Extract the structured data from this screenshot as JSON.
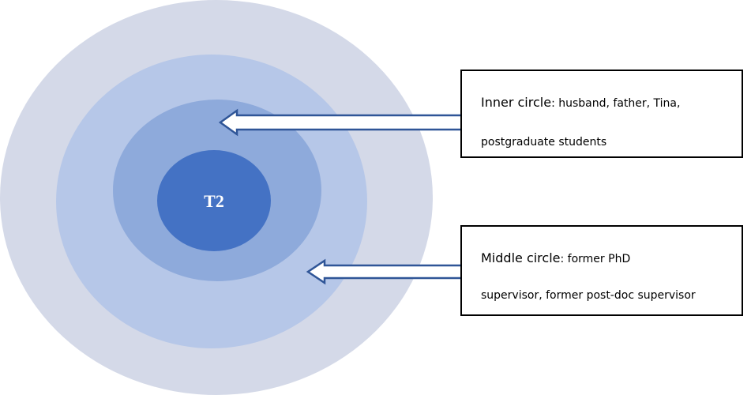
{
  "diagram": {
    "center_label": "T2",
    "colors": {
      "outer_ring": "#d4d9e8",
      "second_ring": "#b6c7e8",
      "third_ring": "#8eaadb",
      "core": "#4472c4",
      "arrow_stroke": "#2f5597"
    },
    "inner_callout": {
      "heading": "Inner circle",
      "text_line1": ": husband, father, Tina,",
      "text_line2": "postgraduate students"
    },
    "middle_callout": {
      "heading": "Middle circle",
      "text_line1": ": former PhD",
      "text_line2": "supervisor, former post-doc supervisor"
    }
  }
}
